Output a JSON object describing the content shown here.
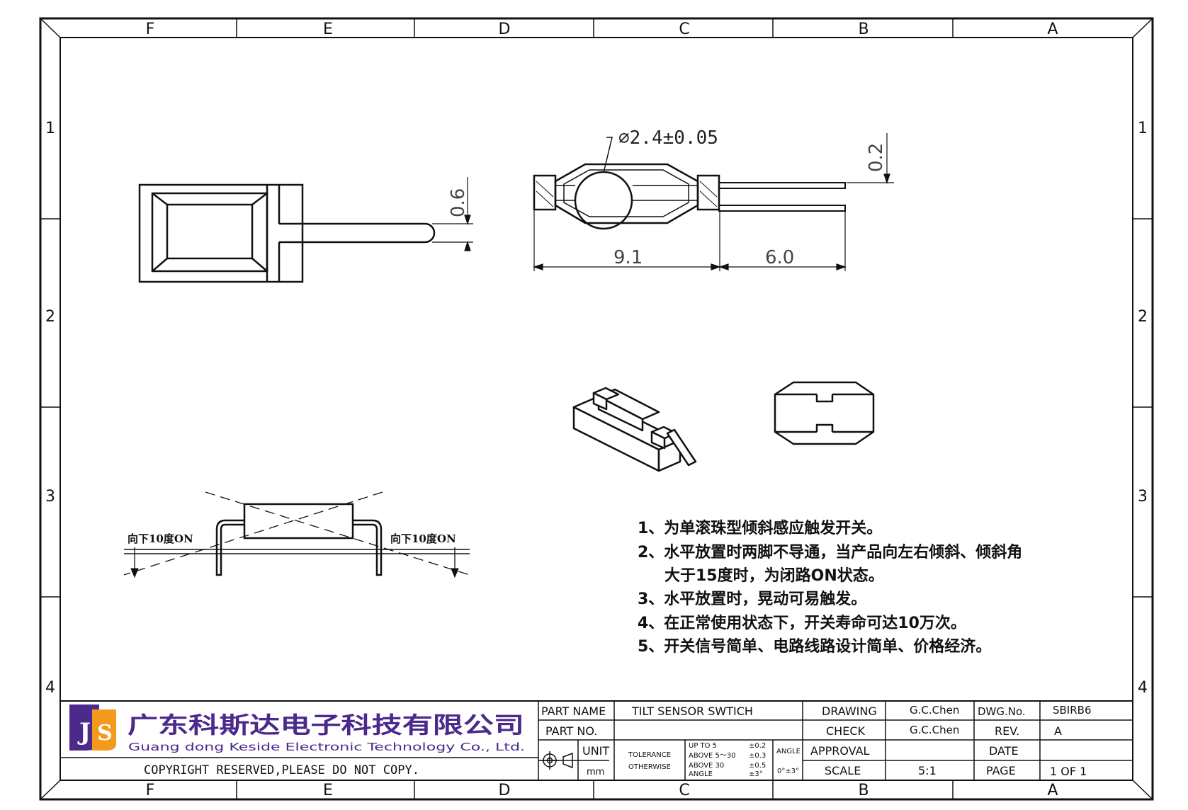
{
  "zone_letters": [
    "F",
    "E",
    "D",
    "C",
    "B",
    "A"
  ],
  "zone_numbers": [
    "1",
    "2",
    "3",
    "4"
  ],
  "dimensions": {
    "pin_thickness": "0.6",
    "ball_diameter": "⌀2.4±0.05",
    "pin_gap": "0.2",
    "body_length": "9.1",
    "lead_length": "6.0"
  },
  "tilt_labels": {
    "left": "向下10度ON",
    "right": "向下10度ON"
  },
  "notes": [
    "1、为单滚珠型倾斜感应触发开关。",
    "2、水平放置时两脚不导通，当产品向左右倾斜、倾斜角",
    "大于15度时，为闭路ON状态。",
    "3、水平放置时，晃动可易触发。",
    "4、在正常使用状态下，开关寿命可达10万次。",
    "5、开关信号简单、电路线路设计简单、价格经济。"
  ],
  "company": {
    "name_cn": "广东科斯达电子科技有限公司",
    "name_en": "Guang dong Keside  Electronic Technology Co., Ltd.",
    "copyright": "COPYRIGHT RESERVED,PLEASE DO NOT COPY.",
    "logo_colors": [
      "#4b2a8c",
      "#f39a1e"
    ]
  },
  "title_block": {
    "part_name_label": "PART NAME",
    "part_name": "TILT SENSOR SWTICH",
    "part_no_label": "PART NO.",
    "part_no": "",
    "unit_label": "UNIT",
    "unit": "mm",
    "tolerance_label_1": "TOLERANCE",
    "tolerance_label_2": "OTHERWISE",
    "tol_row1_label": "UP TO 5",
    "tol_row1_value": "±0.2",
    "tol_row2_label": "ABOVE 5～30",
    "tol_row2_value": "±0.3",
    "tol_row3_label": "ABOVE 30",
    "tol_row3_value": "±0.5",
    "tol_row4_label": "ANGLE",
    "tol_row4_value": "±3°",
    "angle_label": "ANGLE",
    "angle_value": "0°±3°",
    "drawing_label": "DRAWING",
    "drawing_by": "G.C.Chen",
    "check_label": "CHECK",
    "check_by": "G.C.Chen",
    "approval_label": "APPROVAL",
    "approval_by": "",
    "scale_label": "SCALE",
    "scale": "5:1",
    "dwg_no_label": "DWG.No.",
    "dwg_no": "SBIRB6",
    "rev_label": "REV.",
    "rev": "A",
    "date_label": "DATE",
    "date": "",
    "page_label": "PAGE",
    "page": "1 OF 1"
  }
}
